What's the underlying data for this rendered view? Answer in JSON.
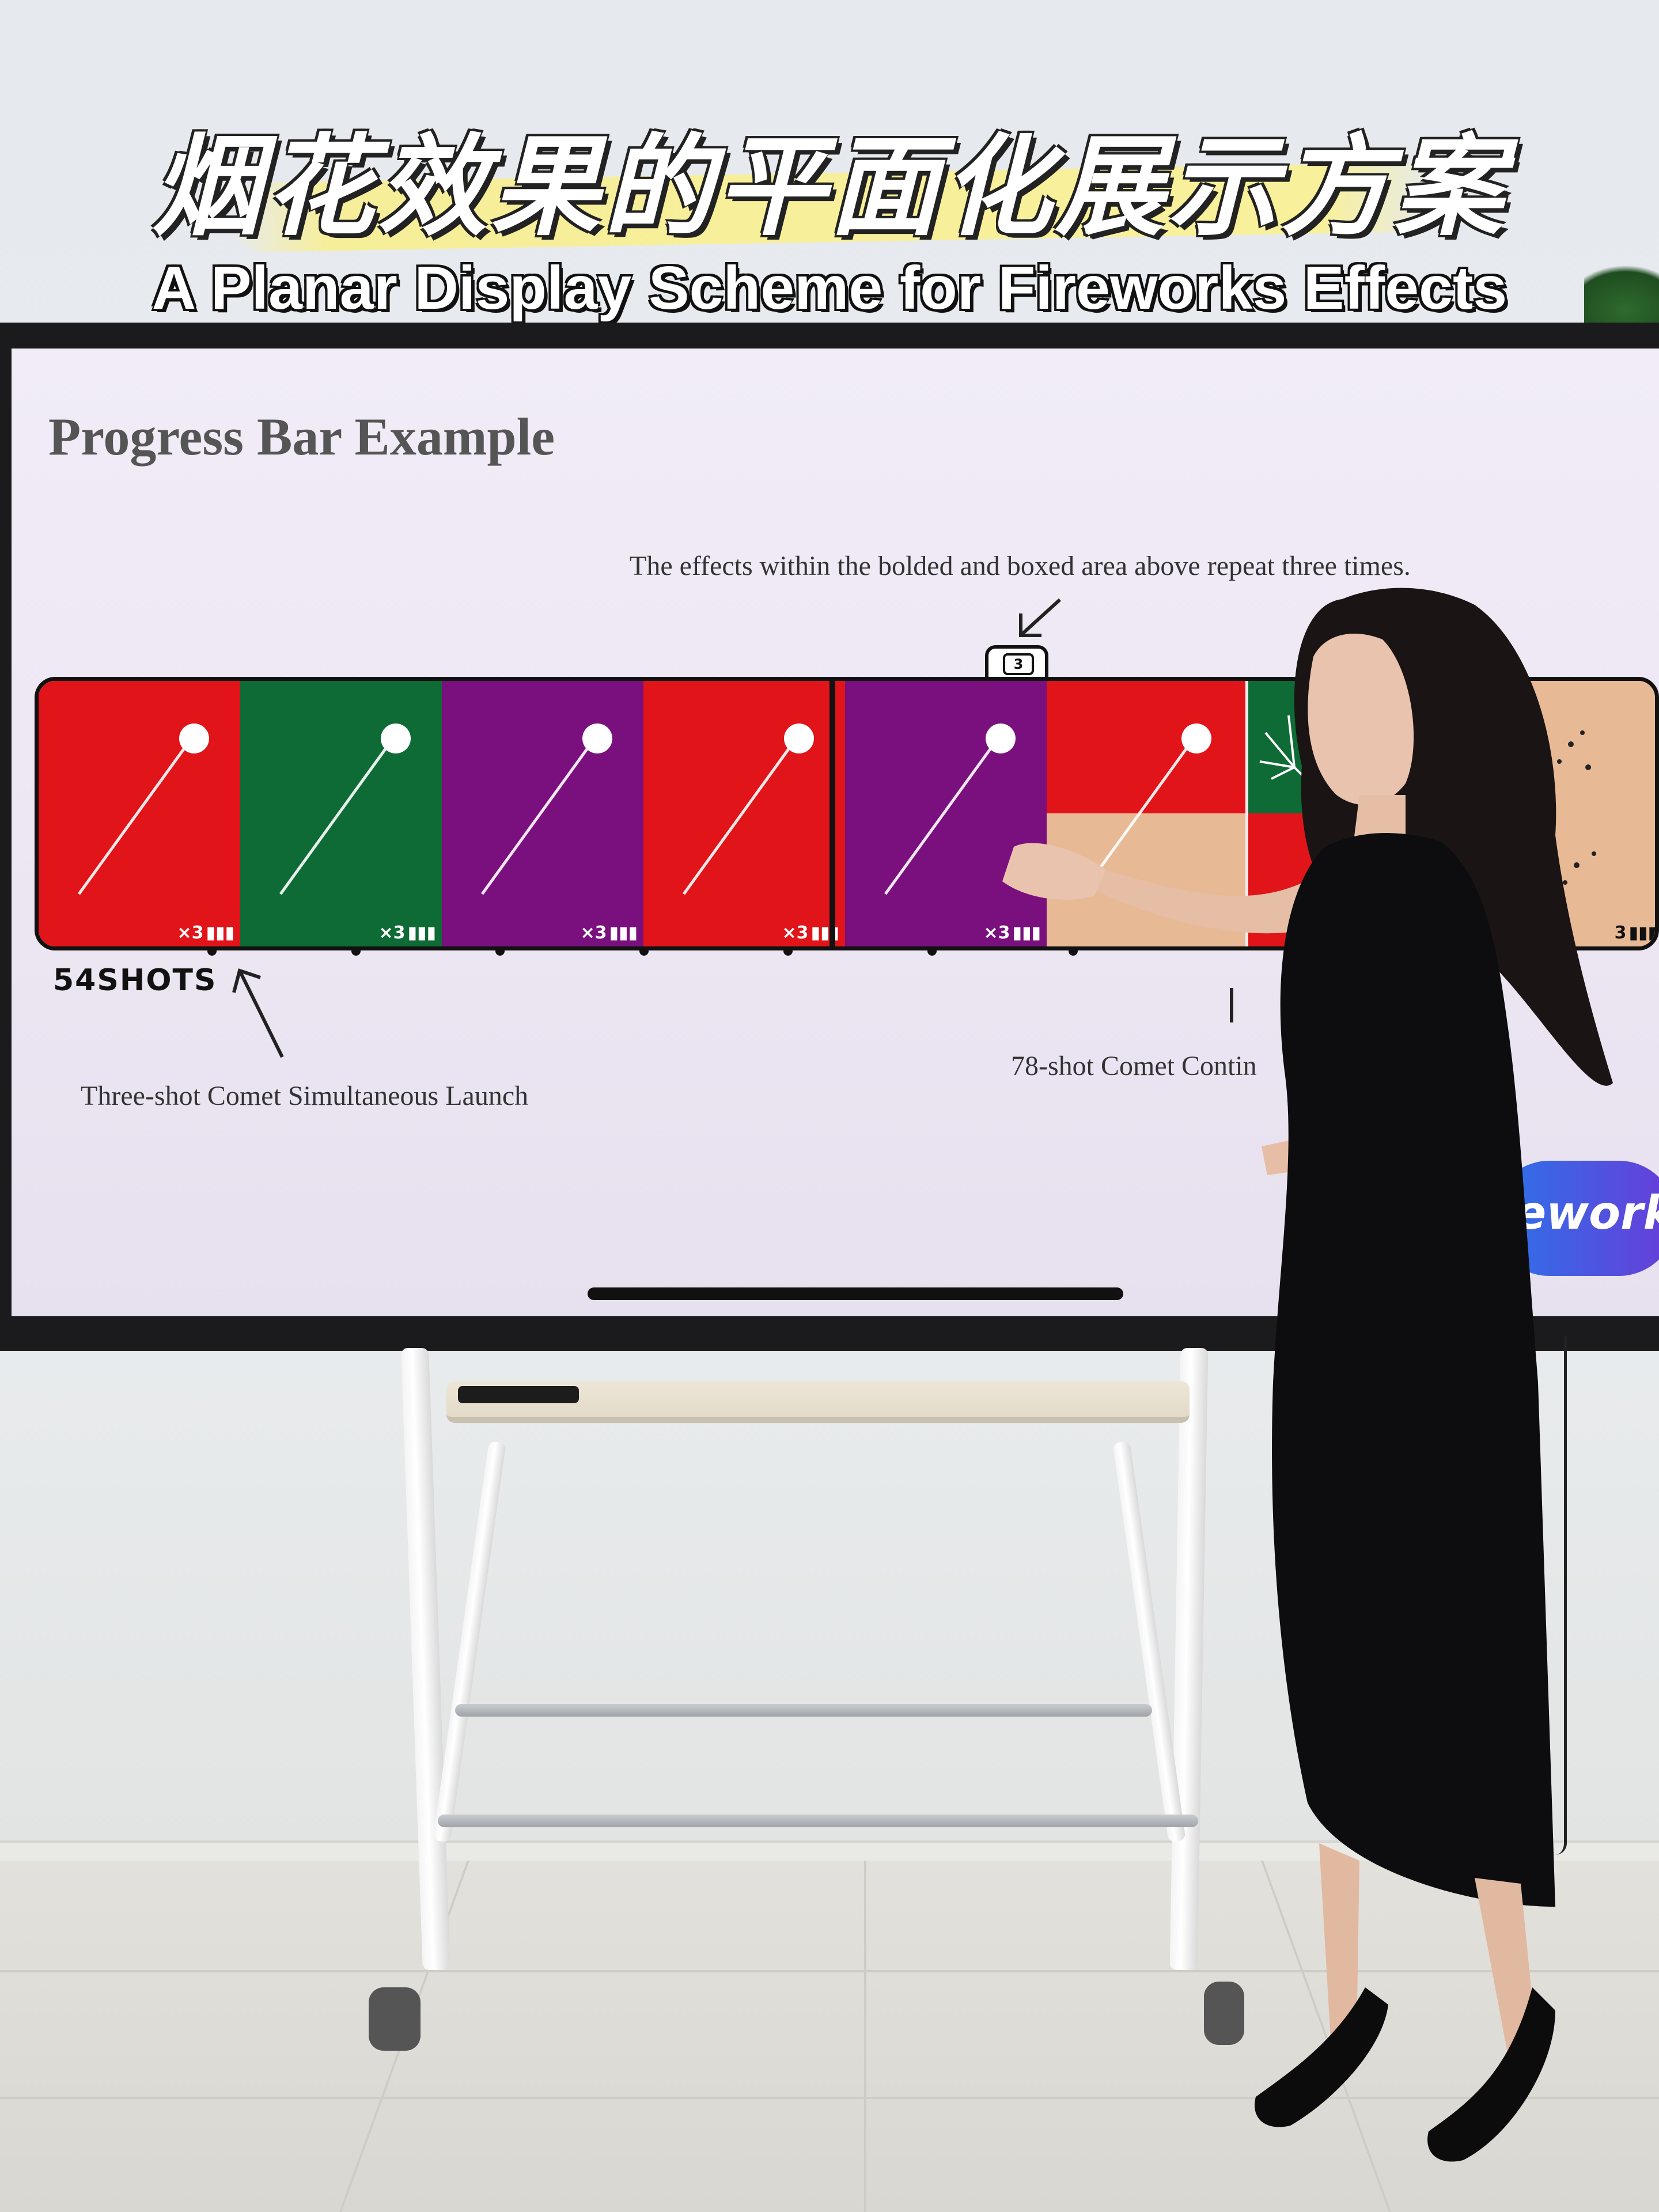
{
  "headline": {
    "title_cn": "烟花效果的平面化展示方案",
    "title_en": "A Planar Display Scheme for Fireworks Effects"
  },
  "slide": {
    "title": "Progress Bar Example",
    "note_repeat": "The effects within the bolded and boxed area above repeat three times.",
    "shot_count": "54SHOTS",
    "note_left": "Three-shot Comet Simultaneous Launch",
    "note_right": "78-shot Comet Contin",
    "repeat_badge": "3",
    "logo_text": "ework"
  },
  "segments": [
    {
      "color": "#e01419",
      "label": "×3"
    },
    {
      "color": "#0f6b35",
      "label": "×3"
    },
    {
      "color": "#7a0f7e",
      "label": "×3"
    },
    {
      "color": "#e01419",
      "label": "×3"
    },
    {
      "color": "#7a0f7e",
      "label": "×3"
    },
    {
      "color": "#e01419",
      "label": ""
    },
    {
      "color": "#0f6b35",
      "label": ""
    },
    {
      "color": "#e3b08f",
      "label": "3"
    }
  ],
  "colors": {
    "red": "#e01419",
    "green": "#0f6b35",
    "purple": "#7a0f7e",
    "peach": "#e8b995",
    "screen_bg": "#efe9f5"
  }
}
